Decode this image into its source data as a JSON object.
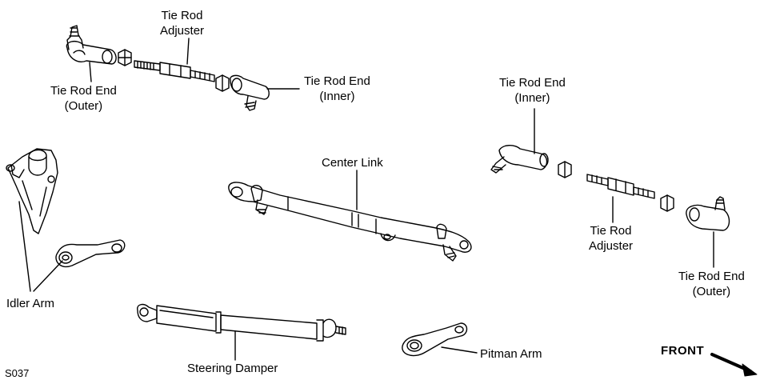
{
  "labels": {
    "tie_rod_adjuster_top": [
      "Tie Rod",
      "Adjuster"
    ],
    "tie_rod_end_outer_left": [
      "Tie Rod End",
      "(Outer)"
    ],
    "tie_rod_end_inner_top": [
      "Tie Rod End",
      "(Inner)"
    ],
    "tie_rod_end_inner_right": [
      "Tie Rod End",
      "(Inner)"
    ],
    "center_link": "Center Link",
    "tie_rod_adjuster_right": [
      "Tie Rod",
      "Adjuster"
    ],
    "tie_rod_end_outer_right": [
      "Tie Rod End",
      "(Outer)"
    ],
    "idler_arm": "Idler Arm",
    "steering_damper": "Steering Damper",
    "pitman_arm": "Pitman Arm",
    "front": "FRONT"
  },
  "figure_code": "S037",
  "colors": {
    "ink": "#000000",
    "background": "#ffffff"
  }
}
